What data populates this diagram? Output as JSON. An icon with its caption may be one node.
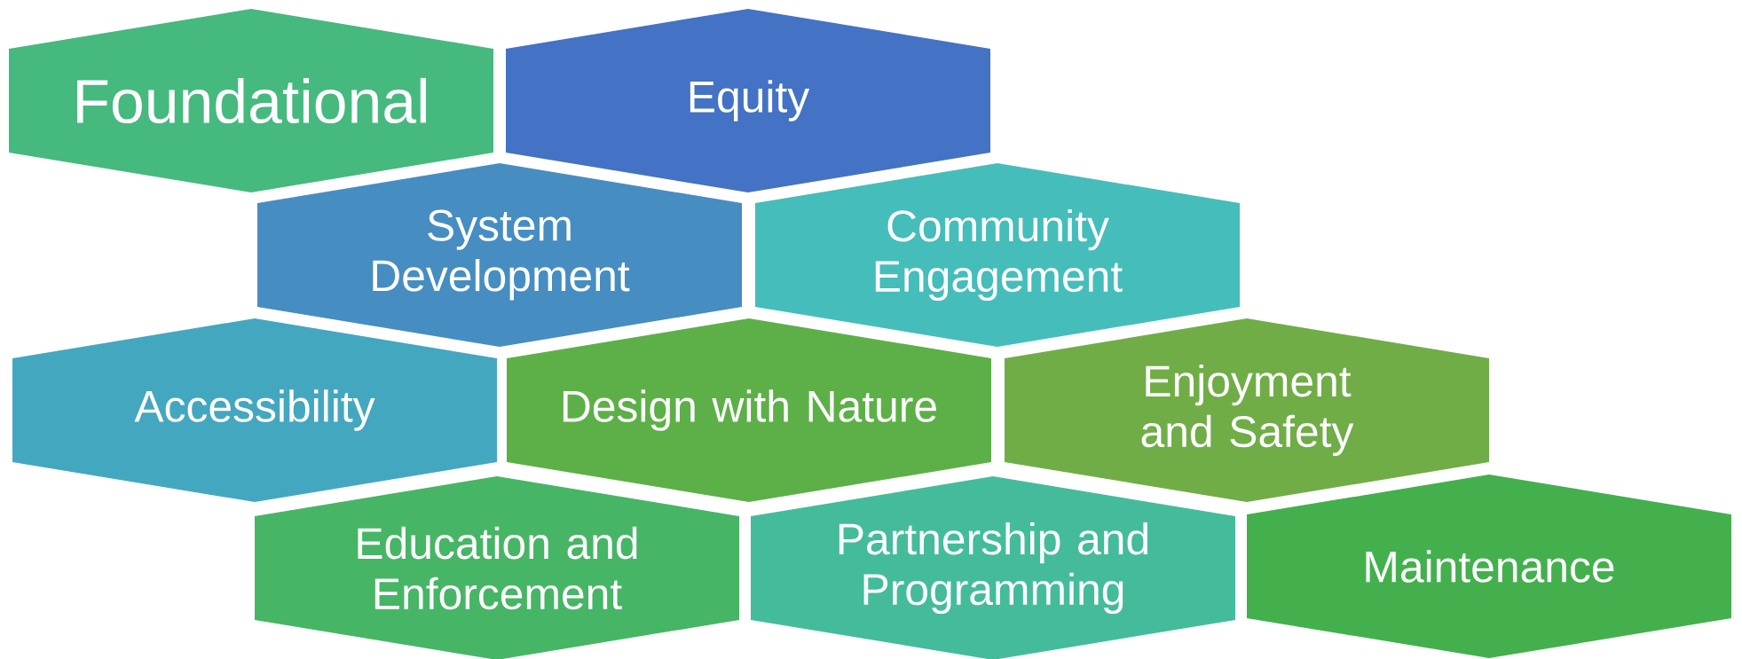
{
  "diagram": {
    "nodes": [
      {
        "text": [
          "Foundational"
        ]
      },
      {
        "text": [
          "Equity"
        ]
      },
      {
        "text": [
          "System Development"
        ]
      },
      {
        "text": [
          "Community Engagement"
        ]
      },
      {
        "text": [
          "Accessibility"
        ]
      },
      {
        "text": [
          "Design with Nature"
        ]
      },
      {
        "text": [
          "Enjoyment and Safety"
        ]
      },
      {
        "text": [
          "Education and Enforcement"
        ]
      },
      {
        "text": [
          "Partnership and Programming"
        ]
      },
      {
        "text": [
          "Maintenance"
        ]
      }
    ]
  }
}
